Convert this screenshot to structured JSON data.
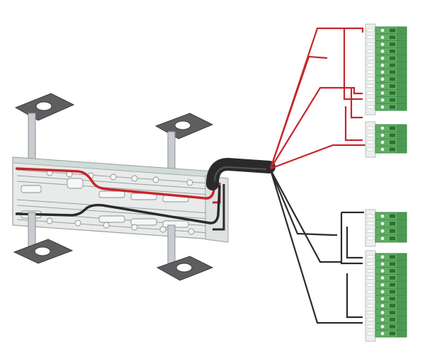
{
  "diagram": {
    "background": "#ffffff",
    "colors": {
      "wire_red": "#c8262a",
      "wire_black": "#2b2b2b",
      "bracket_gray": "#5e5e60",
      "bracket_edge": "#3a3a3c",
      "rail_silver": "#c9ccd0",
      "rail_edge": "#8d9196",
      "board": "#e8ebe9",
      "board_edge": "#9aa09d",
      "glass": "#dfe9e6",
      "terminal_green": "#5fae62",
      "terminal_green_dark": "#3d8a45",
      "terminal_strip": "#ecefee",
      "cable_sheath": "#2a2a2a"
    },
    "parts": [
      {
        "kind": "mounting-bracket",
        "name": "top-left"
      },
      {
        "kind": "mounting-bracket",
        "name": "top-right"
      },
      {
        "kind": "mounting-bracket",
        "name": "bottom-left"
      },
      {
        "kind": "mounting-bracket",
        "name": "bottom-right"
      },
      {
        "kind": "chassis-board"
      },
      {
        "kind": "bundled-cable"
      },
      {
        "kind": "terminal-block",
        "group": "red",
        "pins": 12
      },
      {
        "kind": "terminal-block",
        "group": "red",
        "pins": 4
      },
      {
        "kind": "terminal-block",
        "group": "black",
        "pins": 4
      },
      {
        "kind": "terminal-block",
        "group": "black",
        "pins": 12
      }
    ]
  }
}
